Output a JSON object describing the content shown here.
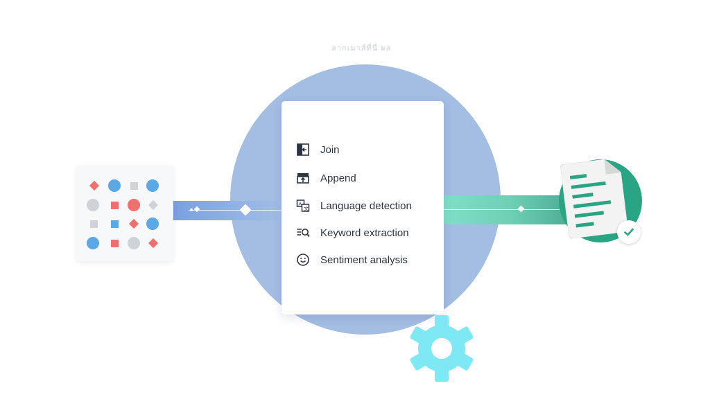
{
  "caption": "ลากเมาส์ที่นี่ ผล",
  "operations": [
    {
      "label": "Join",
      "icon": "join-icon"
    },
    {
      "label": "Append",
      "icon": "append-icon"
    },
    {
      "label": "Language detection",
      "icon": "language-detection-icon"
    },
    {
      "label": "Keyword extraction",
      "icon": "keyword-extraction-icon"
    },
    {
      "label": "Sentiment analysis",
      "icon": "sentiment-icon"
    }
  ],
  "colors": {
    "hub": "#a4bde3",
    "input_beam": "#7aa0e0",
    "output_beam": "#7fe0c8",
    "doc_circle": "#2aa584",
    "gear": "#7ee8f5",
    "shape_red": "#f07070",
    "shape_blue": "#5aa9e6",
    "shape_gray": "#cfd2d6"
  }
}
